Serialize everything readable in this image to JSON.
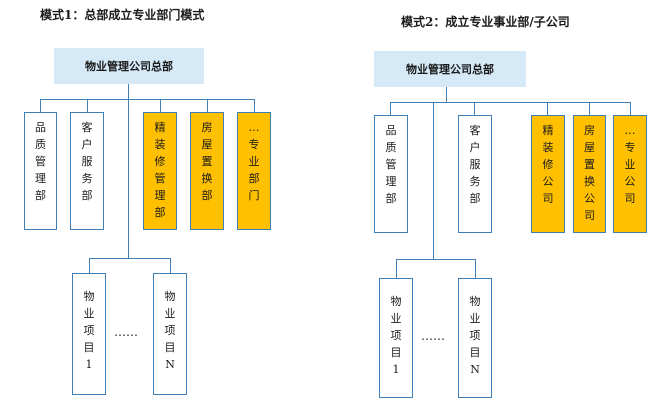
{
  "left": {
    "title": "模式1：总部成立专业部门模式",
    "hq": "物业管理公司总部",
    "departments": [
      {
        "label": "品质管理部",
        "highlight": false
      },
      {
        "label": "客户服务部",
        "highlight": false
      },
      {
        "label": "精装修管理部",
        "highlight": true
      },
      {
        "label": "房屋置换部",
        "highlight": true
      },
      {
        "label": "…专业部门",
        "highlight": true
      }
    ],
    "projects": [
      {
        "label": "物业项目1"
      },
      {
        "label": "物业项目N"
      }
    ],
    "ellipsis": "……"
  },
  "right": {
    "title": "模式2：成立专业事业部/子公司",
    "hq": "物业管理公司总部",
    "departments": [
      {
        "label": "品质管理部",
        "highlight": false
      },
      {
        "label": "客户服务部",
        "highlight": false
      },
      {
        "label": "精装修公司",
        "highlight": true
      },
      {
        "label": "房屋置换公司",
        "highlight": true
      },
      {
        "label": "…专业公司",
        "highlight": true
      }
    ],
    "projects": [
      {
        "label": "物业项目1"
      },
      {
        "label": "物业项目N"
      }
    ],
    "ellipsis": "……"
  },
  "colors": {
    "hq_fill": "#d5e9f7",
    "highlight_fill": "#ffc000",
    "line": "#3e7fb8"
  }
}
